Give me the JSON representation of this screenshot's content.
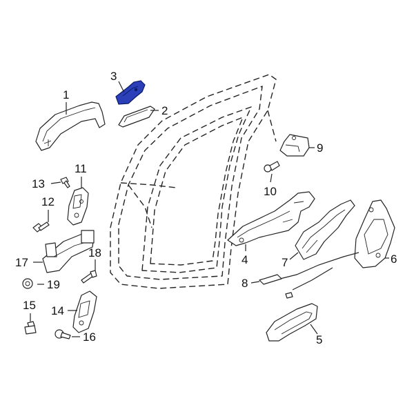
{
  "callouts": {
    "c1": "1",
    "c2": "2",
    "c3": "3",
    "c4": "4",
    "c5": "5",
    "c6": "6",
    "c7": "7",
    "c8": "8",
    "c9": "9",
    "c10": "10",
    "c11": "11",
    "c12": "12",
    "c13": "13",
    "c14": "14",
    "c15": "15",
    "c16": "16",
    "c17": "17",
    "c18": "18",
    "c19": "19"
  },
  "colors": {
    "highlight": "#2a3fb8",
    "line": "#222222",
    "background": "#ffffff"
  }
}
